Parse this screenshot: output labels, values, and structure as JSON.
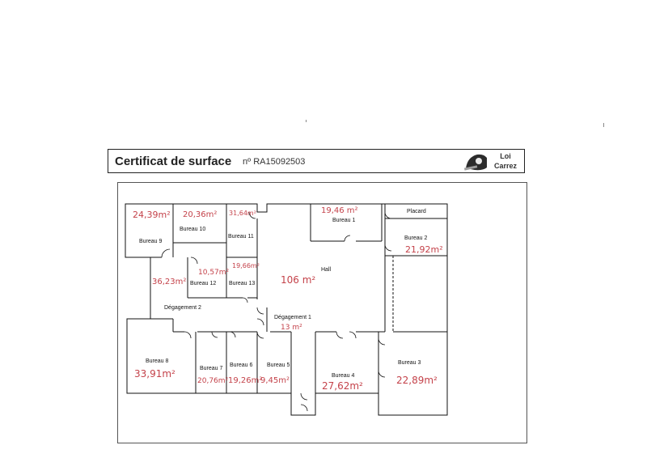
{
  "header": {
    "title": "Certificat de surface",
    "reference": "nº RA15092503",
    "logo_line1": "Loi",
    "logo_line2": "Carrez",
    "logo_icon": "tape-measure-icon"
  },
  "rooms": [
    {
      "name": "Bureau 9",
      "area": "24,39m²"
    },
    {
      "name": "Bureau 10",
      "area": "20,36m²"
    },
    {
      "name": "Bureau 11",
      "area": "31,64m²"
    },
    {
      "name": "Bureau 1",
      "area": "19,46 m²"
    },
    {
      "name": "Placard",
      "area": ""
    },
    {
      "name": "Bureau 2",
      "area": "21,92m²"
    },
    {
      "name": "Bureau 12",
      "area": "10,57m²"
    },
    {
      "name": "Bureau 13",
      "area": "19,66m²"
    },
    {
      "name": "Hall",
      "area": "106 m²"
    },
    {
      "name": "Dégagement 2",
      "area": "36,23m²"
    },
    {
      "name": "Dégagement 1",
      "area": "13 m²"
    },
    {
      "name": "Bureau 8",
      "area": "33,91m²"
    },
    {
      "name": "Bureau 7",
      "area": "20,76m²"
    },
    {
      "name": "Bureau 6",
      "area": "19,26m²"
    },
    {
      "name": "Bureau 5",
      "area": "9,45m²"
    },
    {
      "name": "Bureau 4",
      "area": "27,62m²"
    },
    {
      "name": "Bureau 3",
      "area": "22,89m²"
    }
  ],
  "colors": {
    "handwriting": "#c4424a",
    "walls": "#111111"
  }
}
